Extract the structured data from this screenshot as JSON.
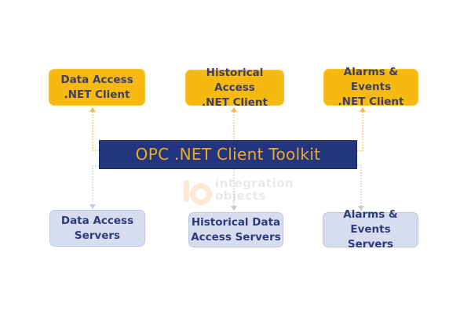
{
  "diagram": {
    "center": {
      "label": "OPC .NET Client Toolkit"
    },
    "clients": [
      {
        "label": "Data Access\n.NET Client"
      },
      {
        "label": "Historical Access\n.NET Client"
      },
      {
        "label": "Alarms & Events\n.NET Client"
      }
    ],
    "servers": [
      {
        "label": "Data Access\nServers"
      },
      {
        "label": "Historical Data\nAccess Servers"
      },
      {
        "label": "Alarms & Events\nServers"
      }
    ],
    "watermark": {
      "line1": "integration",
      "line2": "objects"
    },
    "colors": {
      "client_fill": "#f6b90f",
      "client_text": "#3d3f68",
      "toolkit_fill": "#24357f",
      "toolkit_text": "#f0a925",
      "server_fill": "#d7dcee",
      "server_text": "#2e3b7c",
      "client_connector": "#f5c35a",
      "server_connector": "#c7cde0"
    }
  }
}
